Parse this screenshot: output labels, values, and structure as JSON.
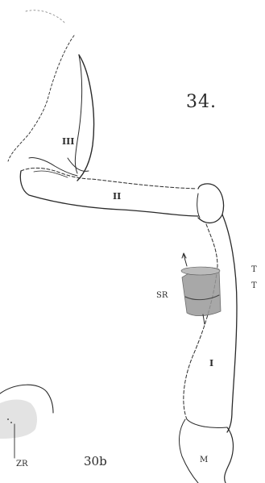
{
  "figure_numbers": {
    "main": "34.",
    "secondary": "30b"
  },
  "labels": {
    "segment_3": "III",
    "segment_2": "II",
    "segment_1": "I",
    "t_upper": "T",
    "t_lower": "T",
    "sr": "SR",
    "m": "M",
    "zr": "ZR"
  },
  "colors": {
    "ink": "#2a2a2a",
    "stipple": "#555555"
  }
}
